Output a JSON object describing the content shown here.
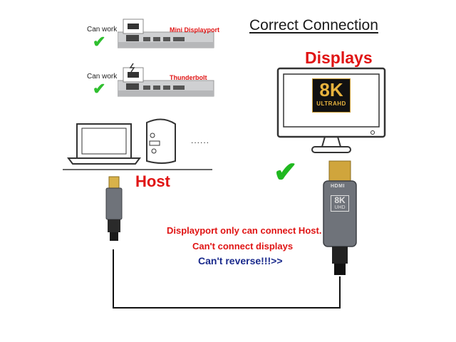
{
  "title": "Correct Connection",
  "displays_label": "Displays",
  "host_label": "Host",
  "screen_badge": {
    "res": "8K",
    "sub": "ULTRAHD"
  },
  "hosts": [
    {
      "caption": "Can work",
      "port": "Mini Displayport"
    },
    {
      "caption": "Can work",
      "port": "Thunderbolt"
    }
  ],
  "more_devices": "......",
  "plug_badge": {
    "brand": "HDMI",
    "res": "8K",
    "sub": "UHD"
  },
  "notes": [
    "Displayport only can connect Host.",
    "Can't connect displays",
    "Can't reverse!!!>>"
  ],
  "colors": {
    "red": "#e01414",
    "green": "#2fbf2f",
    "blue": "#1a2a8c"
  }
}
